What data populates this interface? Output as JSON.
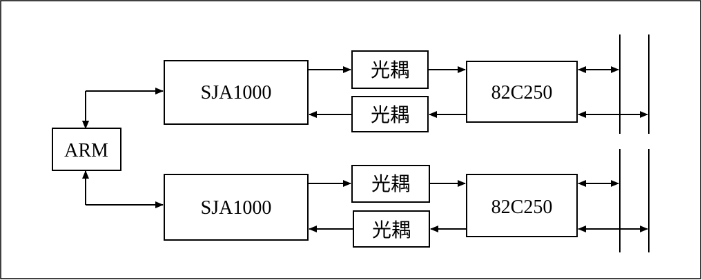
{
  "diagram": {
    "controller": {
      "label": "ARM"
    },
    "channels": [
      {
        "can_controller": {
          "label": "SJA1000"
        },
        "optocoupler_tx": {
          "label": "光耦"
        },
        "optocoupler_rx": {
          "label": "光耦"
        },
        "transceiver": {
          "label": "82C250"
        }
      },
      {
        "can_controller": {
          "label": "SJA1000"
        },
        "optocoupler_tx": {
          "label": "光耦"
        },
        "optocoupler_rx": {
          "label": "光耦"
        },
        "transceiver": {
          "label": "82C250"
        }
      }
    ]
  },
  "colors": {
    "line": "#000000",
    "background": "#ffffff"
  }
}
